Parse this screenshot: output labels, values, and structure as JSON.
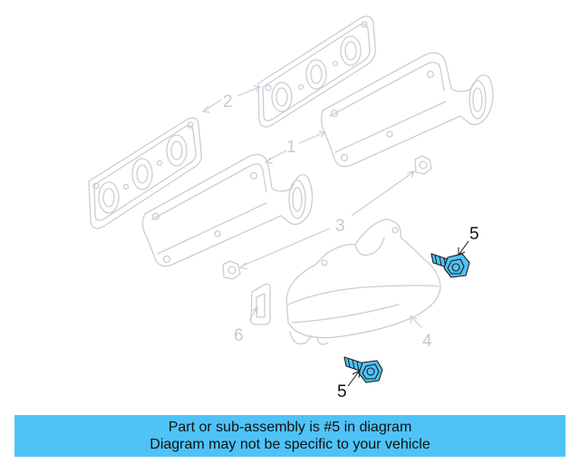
{
  "callouts": {
    "c1": "1",
    "c2": "2",
    "c3": "3",
    "c4": "4",
    "c5_upper": "5",
    "c5_lower": "5"
  },
  "banner": {
    "line1": "Part or sub-assembly is #5 in diagram",
    "line2": "Diagram may not be specific to your vehicle"
  },
  "colors": {
    "highlight": "#4fc3f7",
    "ghost_line": "#c9ced4",
    "banner_bg": "#4fc3f7"
  }
}
